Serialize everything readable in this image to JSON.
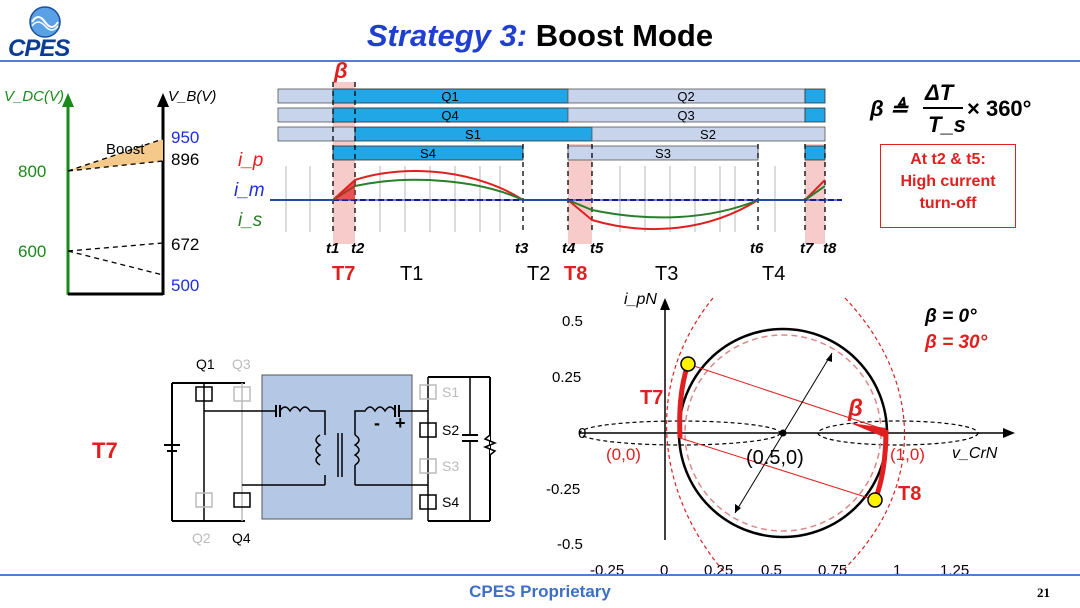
{
  "header": {
    "logo": "CPES",
    "title_strategy": "Strategy 3:",
    "title_mode": "Boost Mode"
  },
  "voltage_diagram": {
    "vdc_label": "V_DC(V)",
    "vb_label": "V_B(V)",
    "boost_label": "Boost",
    "left_ticks": [
      "800",
      "600"
    ],
    "right_ticks_blue": [
      "950",
      "500"
    ],
    "right_ticks_black": [
      "896",
      "672"
    ]
  },
  "timing_diagram": {
    "beta_label": "β",
    "bar_labels": [
      "Q1",
      "Q2",
      "Q4",
      "Q3",
      "S1",
      "S2",
      "S4",
      "S3"
    ],
    "signal_labels": {
      "ip": "i_p",
      "im": "i_m",
      "is": "i_s"
    },
    "time_marks": [
      "t1",
      "t2",
      "t3",
      "t4",
      "t5",
      "t6",
      "t7",
      "t8"
    ],
    "interval_labels_red": [
      "T7",
      "T8"
    ],
    "interval_labels": [
      "T1",
      "T2",
      "T3",
      "T4"
    ]
  },
  "formula": {
    "lhs": "β ≜",
    "numerator": "ΔT",
    "denominator": "T_s",
    "rhs": "× 360°"
  },
  "callout": {
    "line1": "At t2 & t5:",
    "line2": "High current",
    "line3": "turn-off"
  },
  "circuit": {
    "state_label": "T7",
    "switch_labels": [
      "Q1",
      "Q3",
      "Q2",
      "Q4",
      "S1",
      "S2",
      "S3",
      "S4"
    ],
    "polarity": [
      "-",
      "+"
    ]
  },
  "state_plane": {
    "y_axis_label": "i_pN",
    "x_axis_label": "v_CrN",
    "y_ticks": [
      "0.5",
      "0.25",
      "0",
      "-0.25",
      "-0.5"
    ],
    "x_ticks": [
      "-0.25",
      "0",
      "0.25",
      "0.5",
      "0.75",
      "1",
      "1.25"
    ],
    "points": [
      "(0,0)",
      "(0.5,0)",
      "(1,0)"
    ],
    "arc_labels": [
      "T7",
      "T8"
    ],
    "beta_label": "β",
    "legend": [
      "β = 0°",
      "β = 30°"
    ]
  },
  "footer": {
    "text": "CPES Proprietary",
    "page": "21"
  }
}
